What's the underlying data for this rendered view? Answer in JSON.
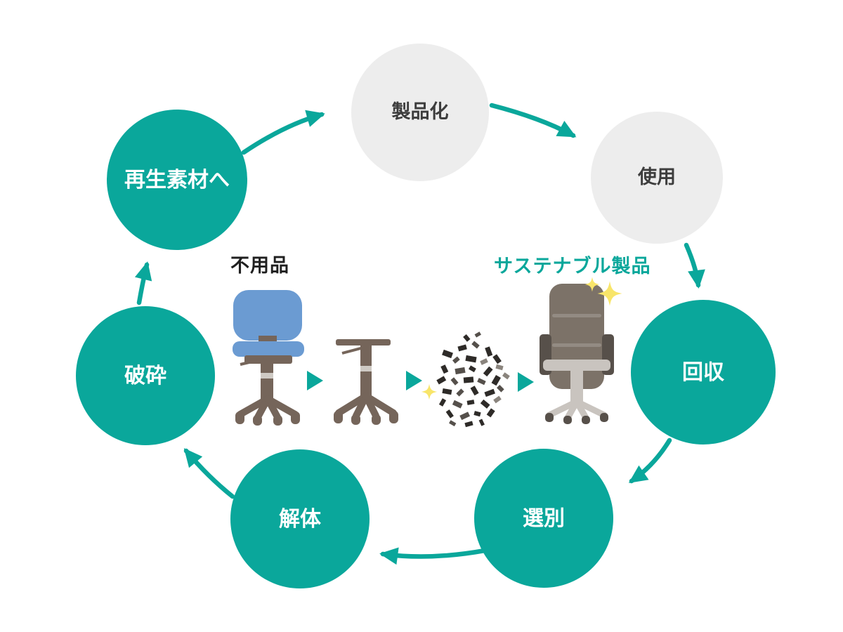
{
  "diagram": {
    "nodes": [
      {
        "label": "製品化",
        "style": "gray"
      },
      {
        "label": "使用",
        "style": "gray"
      },
      {
        "label": "回収",
        "style": "teal"
      },
      {
        "label": "選別",
        "style": "teal"
      },
      {
        "label": "解体",
        "style": "teal"
      },
      {
        "label": "破砕",
        "style": "teal"
      },
      {
        "label": "再生素材へ",
        "style": "teal"
      }
    ],
    "center_labels": {
      "waste": "不用品",
      "sustainable": "サステナブル製品"
    },
    "icons": {
      "cycle_arrow": "curved-teal-arrow",
      "step_arrow": "right-play-triangle",
      "waste_chair": "blue-office-chair",
      "disassembled_chair": "office-chair-base-only",
      "shredded_material": "dark-debris-pile",
      "sustainable_chair": "gray-executive-chair",
      "sparkle": "four-point-star"
    },
    "colors": {
      "teal": "#0aa79b",
      "node_gray": "#ededed",
      "node_text_dark": "#3d3d3d",
      "node_text_light": "#ffffff",
      "waste_label": "#1f1f1f",
      "chair_blue": "#6b9bd2",
      "chair_frame": "#75655a",
      "chair_frame_light": "#cfcac4",
      "new_chair_body": "#7c7268",
      "new_chair_dark": "#57504a",
      "new_chair_light": "#c9c4bf",
      "sparkle": "#f8e56a",
      "debris_dark": "#2e2b28",
      "debris_mid": "#55504b",
      "debris_light": "#8a847d"
    }
  }
}
